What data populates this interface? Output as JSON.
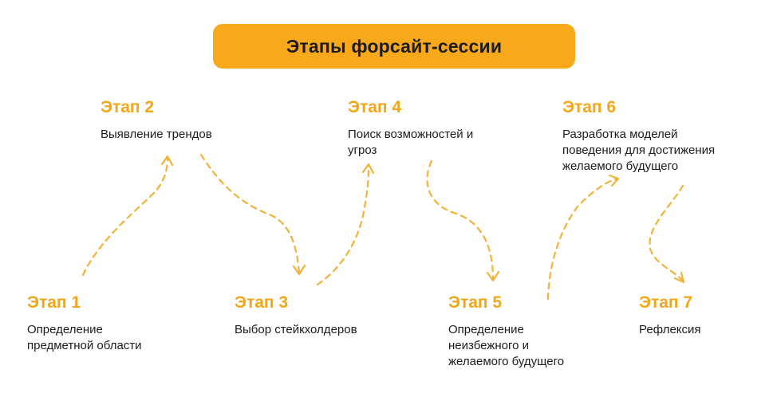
{
  "title": "Этапы форсайт-сессии",
  "accent_color": "#f7a81b",
  "stage_label_color": "#f2a619",
  "arrow_color": "#f4b23a",
  "stages": [
    {
      "label": "Этап 1",
      "description": "Определение\nпредметной области"
    },
    {
      "label": "Этап 2",
      "description": "Выявление трендов"
    },
    {
      "label": "Этап 3",
      "description": "Выбор стейкхолдеров"
    },
    {
      "label": "Этап 4",
      "description": "Поиск возможностей и\nугроз"
    },
    {
      "label": "Этап 5",
      "description": "Определение\nнеизбежного и\nжелаемого будущего"
    },
    {
      "label": "Этап 6",
      "description": "Разработка моделей\nповедения для достижения\nжелаемого будущего"
    },
    {
      "label": "Этап 7",
      "description": "Рефлексия"
    }
  ]
}
